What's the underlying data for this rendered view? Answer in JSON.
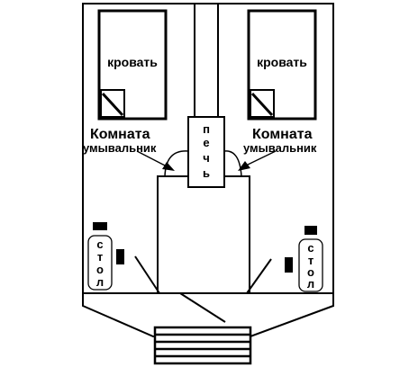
{
  "colors": {
    "line": "#000000",
    "background": "#ffffff"
  },
  "rooms": [
    {
      "bed_label": "кровать",
      "room_label": "Комната",
      "washstand_label": "умывальник",
      "table_label": [
        "с",
        "т",
        "о",
        "л"
      ]
    },
    {
      "bed_label": "кровать",
      "room_label": "Комната",
      "washstand_label": "умывальник",
      "table_label": [
        "с",
        "т",
        "о",
        "л"
      ]
    }
  ],
  "stove": {
    "label": [
      "п",
      "е",
      "ч",
      "ь"
    ]
  }
}
